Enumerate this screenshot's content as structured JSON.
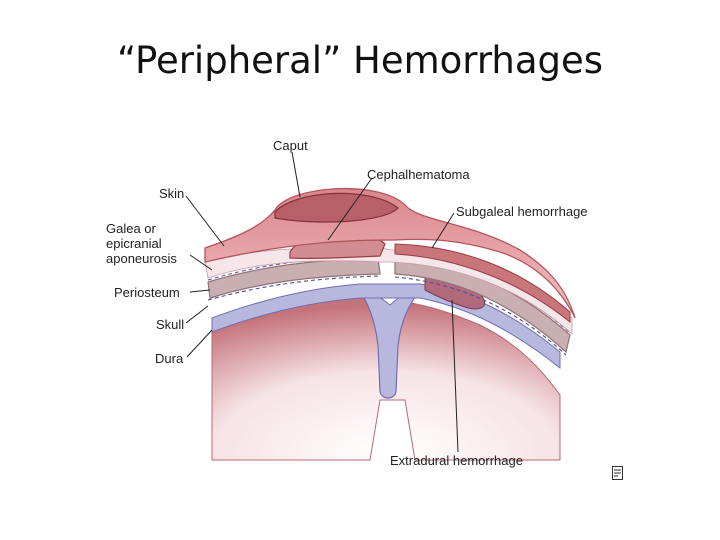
{
  "slide": {
    "title": "“Peripheral” Hemorrhages"
  },
  "diagram": {
    "labels": {
      "caput": "Caput",
      "cephalhematoma": "Cephalhematoma",
      "skin": "Skin",
      "subgaleal": "Subgaleal hemorrhage",
      "galea_line1": "Galea or",
      "galea_line2": "epicranial",
      "galea_line3": "aponeurosis",
      "periosteum": "Periosteum",
      "skull": "Skull",
      "dura": "Dura",
      "extradural": "Extradural hemorrhage"
    },
    "colors": {
      "skin": "#e7a2a6",
      "skin_edge": "#b4555c",
      "hemorrhage": "#c8767a",
      "hemorrhage_dark": "#9c3a44",
      "galea": "#f4e6e9",
      "skull": "#c9aeb2",
      "skull_edge": "#8f7378",
      "dura": "#b8b8de",
      "dura_edge": "#6f6fb0",
      "brain": "#c87a82",
      "brain_light": "#f6e3e5"
    }
  }
}
